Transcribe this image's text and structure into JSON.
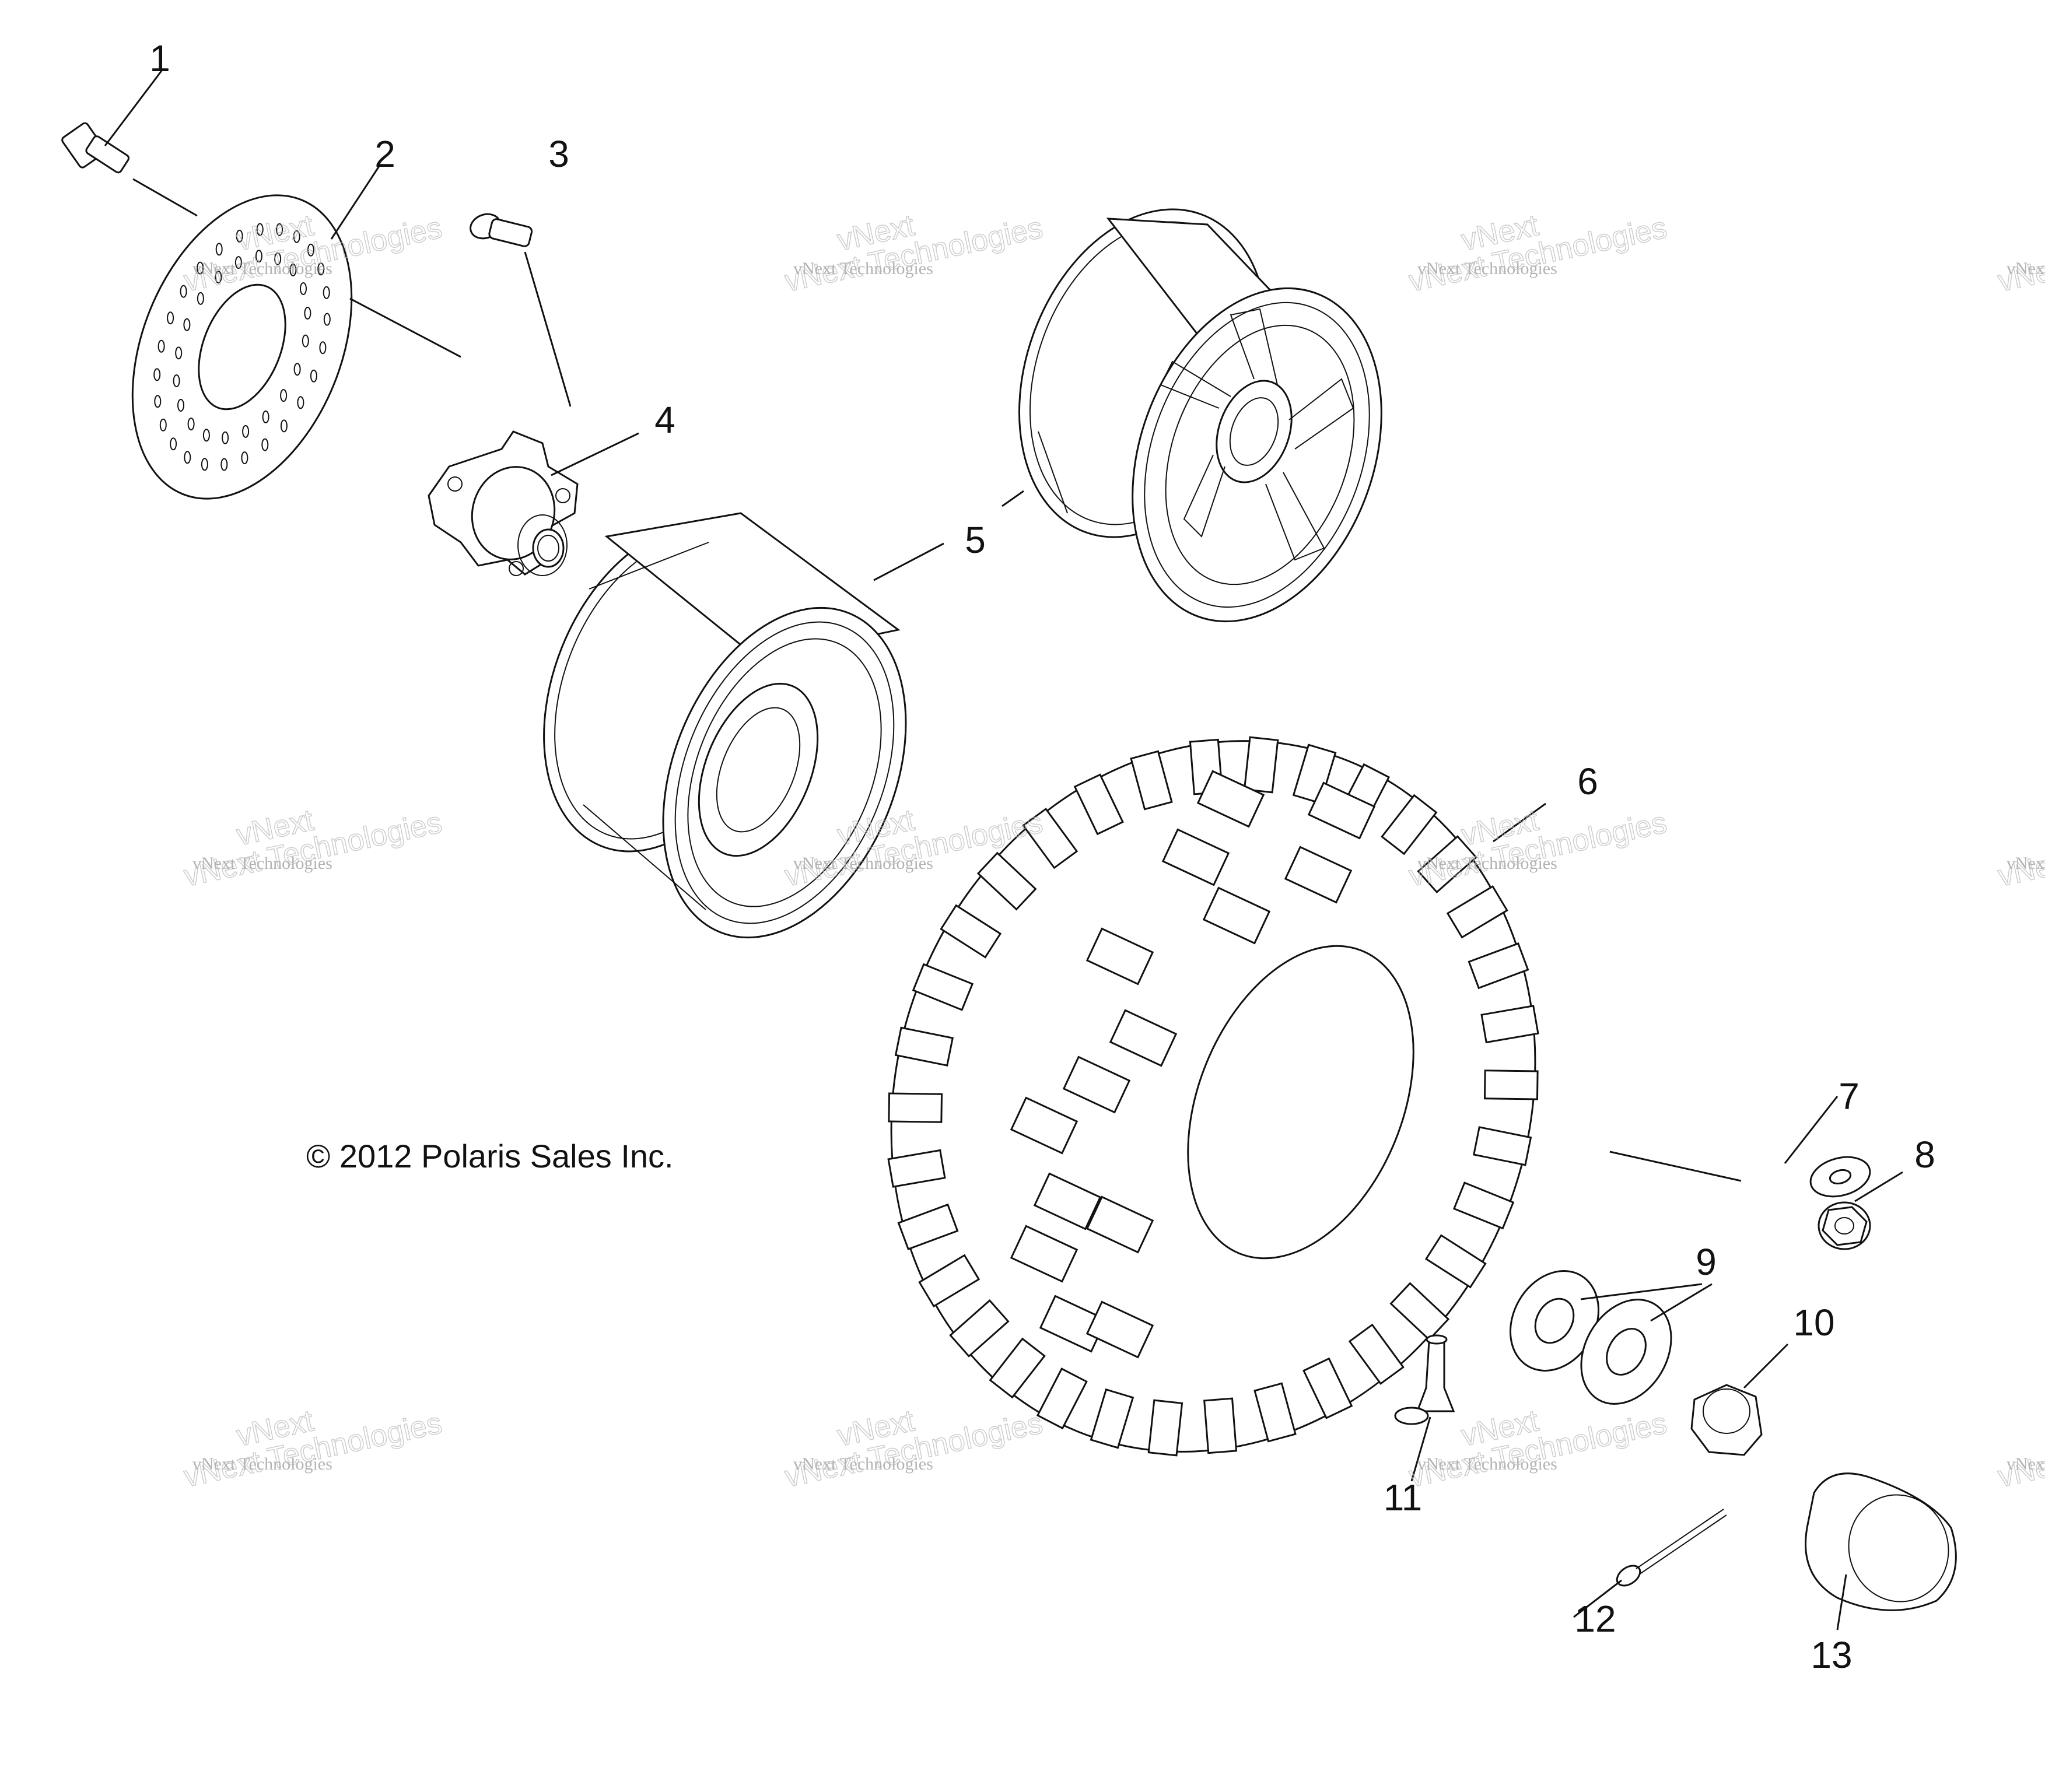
{
  "diagram": {
    "copyright": "© 2012 Polaris Sales Inc.",
    "callouts": [
      "1",
      "2",
      "3",
      "4",
      "5",
      "6",
      "7",
      "8",
      "9",
      "10",
      "11",
      "12",
      "13"
    ],
    "watermark": {
      "line1": "vNext Technologies",
      "line2": "vNext Technologies",
      "line3": "vNext"
    }
  }
}
